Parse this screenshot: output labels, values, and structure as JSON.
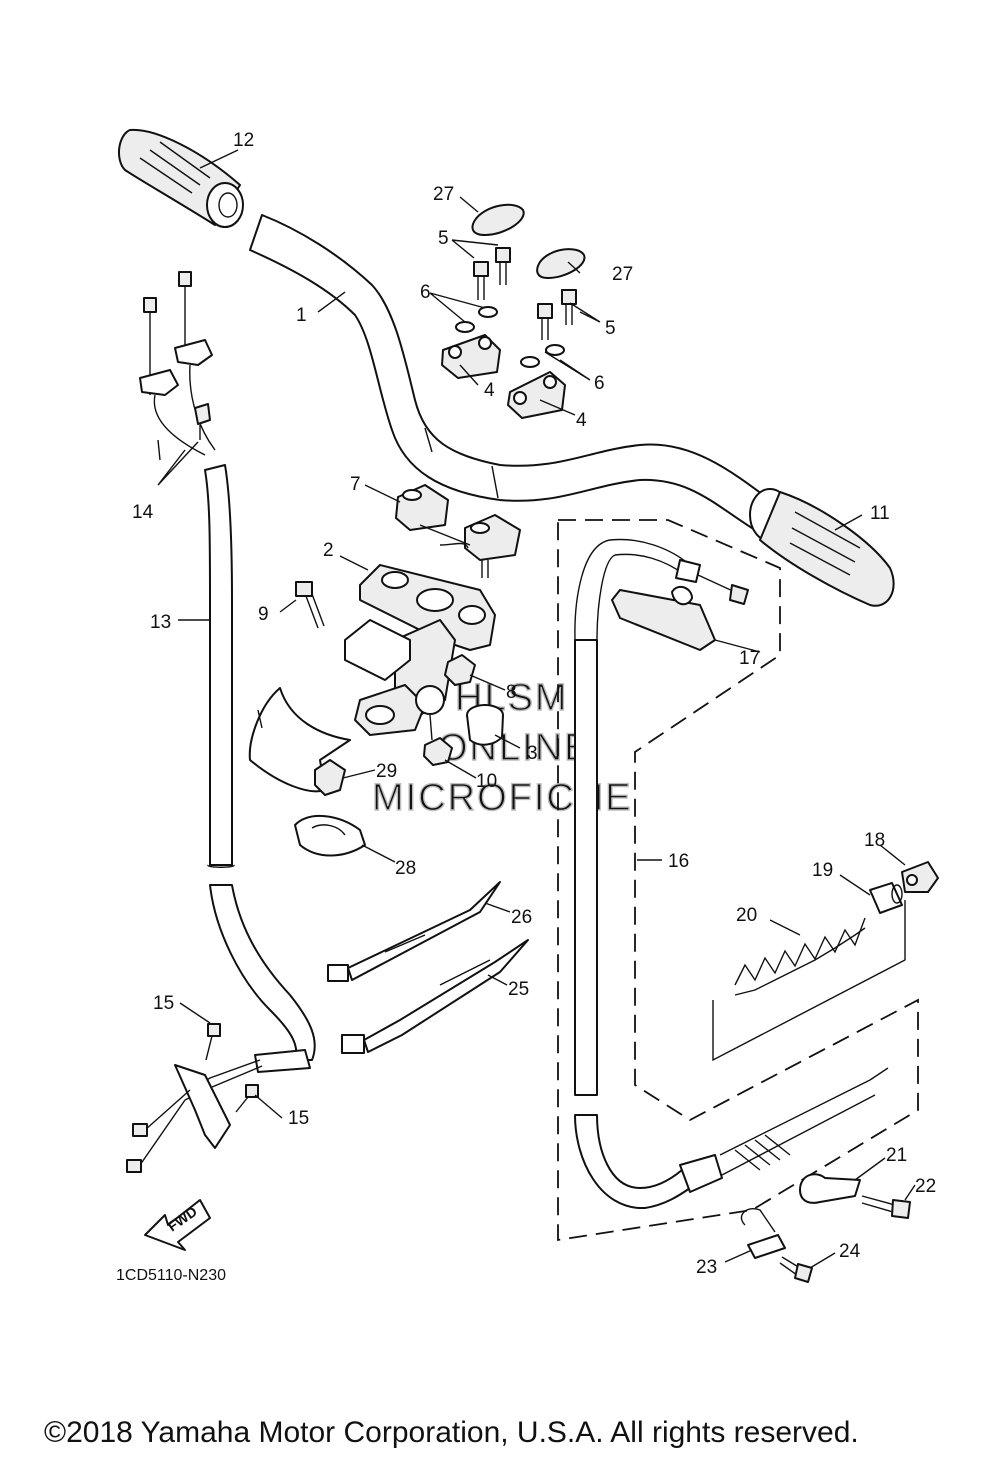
{
  "diagram": {
    "part_code": "1CD5110-N230",
    "copyright": "©2018 Yamaha Motor Corporation, U.S.A. All rights reserved.",
    "watermark": [
      "HLSM",
      "ONLINE",
      "MICROFICHE"
    ],
    "fwd_label": "FWD",
    "callouts": [
      {
        "id": "c1",
        "label": "1"
      },
      {
        "id": "c2",
        "label": "2"
      },
      {
        "id": "c3",
        "label": "3"
      },
      {
        "id": "c4a",
        "label": "4"
      },
      {
        "id": "c4b",
        "label": "4"
      },
      {
        "id": "c5a",
        "label": "5"
      },
      {
        "id": "c5b",
        "label": "5"
      },
      {
        "id": "c6a",
        "label": "6"
      },
      {
        "id": "c6b",
        "label": "6"
      },
      {
        "id": "c7",
        "label": "7"
      },
      {
        "id": "c8",
        "label": "8"
      },
      {
        "id": "c9",
        "label": "9"
      },
      {
        "id": "c10",
        "label": "10"
      },
      {
        "id": "c11",
        "label": "11"
      },
      {
        "id": "c12",
        "label": "12"
      },
      {
        "id": "c13",
        "label": "13"
      },
      {
        "id": "c14",
        "label": "14"
      },
      {
        "id": "c15a",
        "label": "15"
      },
      {
        "id": "c15b",
        "label": "15"
      },
      {
        "id": "c16",
        "label": "16"
      },
      {
        "id": "c17",
        "label": "17"
      },
      {
        "id": "c18",
        "label": "18"
      },
      {
        "id": "c19",
        "label": "19"
      },
      {
        "id": "c20",
        "label": "20"
      },
      {
        "id": "c21",
        "label": "21"
      },
      {
        "id": "c22",
        "label": "22"
      },
      {
        "id": "c23",
        "label": "23"
      },
      {
        "id": "c24",
        "label": "24"
      },
      {
        "id": "c25",
        "label": "25"
      },
      {
        "id": "c26",
        "label": "26"
      },
      {
        "id": "c27a",
        "label": "27"
      },
      {
        "id": "c27b",
        "label": "27"
      },
      {
        "id": "c28",
        "label": "28"
      },
      {
        "id": "c29",
        "label": "29"
      }
    ]
  }
}
